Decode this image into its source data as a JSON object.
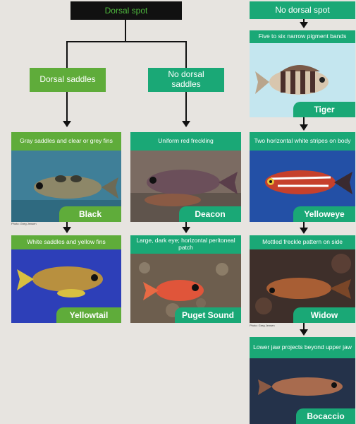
{
  "top": {
    "dorsal_spot": "Dorsal spot",
    "no_dorsal_spot": "No dorsal spot"
  },
  "branches": {
    "dorsal_saddles": "Dorsal saddles",
    "no_dorsal_saddles": "No dorsal saddles"
  },
  "fish": {
    "tiger": {
      "caption": "Five to six narrow pigment bands",
      "name": "Tiger"
    },
    "black": {
      "caption": "Gray saddles and clear or grey fins",
      "name": "Black"
    },
    "deacon": {
      "caption": "Uniform red freckling",
      "name": "Deacon"
    },
    "yelloweye": {
      "caption": "Two horizontal white stripes on body",
      "name": "Yelloweye"
    },
    "yellowtail": {
      "caption": "White saddles and yellow fins",
      "name": "Yellowtail"
    },
    "puget": {
      "caption": "Large, dark eye; horizontal peritoneal patch",
      "name": "Puget Sound"
    },
    "widow": {
      "caption": "Mottled freckle pattern on side",
      "name": "Widow"
    },
    "bocaccio": {
      "caption": "Lower jaw projects beyond upper jaw",
      "name": "Bocaccio"
    }
  },
  "credits": {
    "black": "Photo: Greg Jensen",
    "widow": "Photo: Greg Jensen"
  },
  "colors": {
    "dorsal_saddles_box": "#5fac3a",
    "no_saddles_box": "#1aa876",
    "text_on_black": "#4fb83e"
  }
}
